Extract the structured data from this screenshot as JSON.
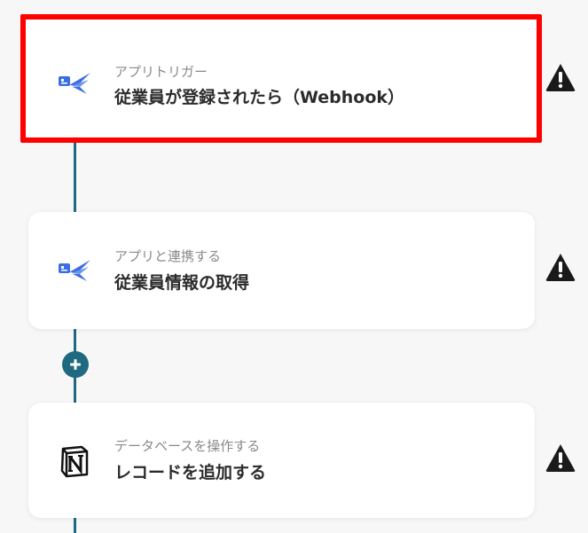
{
  "flow": {
    "steps": [
      {
        "subtitle": "アプリトリガー",
        "title": "従業員が登録されたら（Webhook）",
        "icon": "app-bird-icon",
        "selected": true,
        "warning": true
      },
      {
        "subtitle": "アプリと連携する",
        "title": "従業員情報の取得",
        "icon": "app-bird-icon",
        "selected": false,
        "warning": true
      },
      {
        "subtitle": "データベースを操作する",
        "title": "レコードを追加する",
        "icon": "notion-icon",
        "selected": false,
        "warning": true
      }
    ],
    "add_button": {
      "icon": "plus-icon"
    }
  },
  "colors": {
    "connector": "#1f6a80",
    "selected_border": "#ff0000",
    "warning": "#1a1a1a",
    "app_icon": "#3b6fe0"
  }
}
